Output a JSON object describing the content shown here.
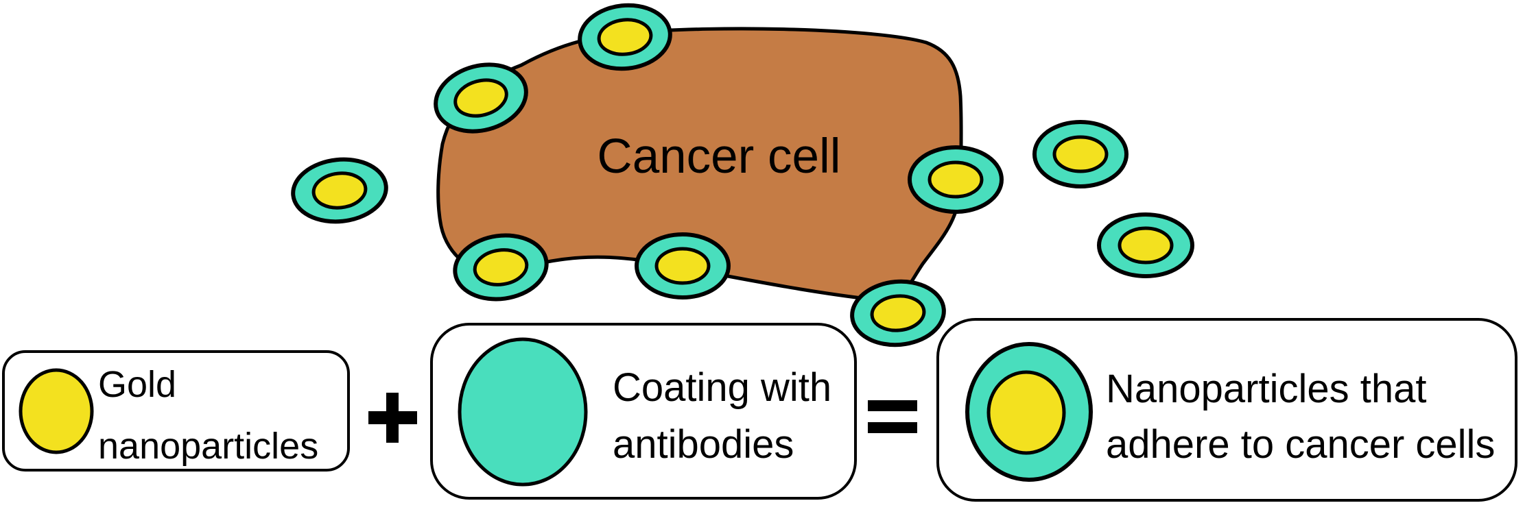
{
  "diagram": {
    "cell_label": "Cancer cell"
  },
  "colors": {
    "gold": "#F3E11F",
    "antibody_teal": "#49DEBD",
    "cell_brown": "#C57C45",
    "outline": "#000000",
    "background": "#FFFFFF"
  },
  "legend": {
    "gold": {
      "line1": "Gold",
      "line2": "nanoparticles"
    },
    "coating": {
      "line1": "Coating with",
      "line2": "antibodies"
    },
    "result": {
      "line1": "Nanoparticles that",
      "line2": "adhere to cancer cells"
    }
  },
  "operators": {
    "plus": "+",
    "equals": "="
  },
  "particles": {
    "attached_count": 6,
    "free_count": 3
  }
}
